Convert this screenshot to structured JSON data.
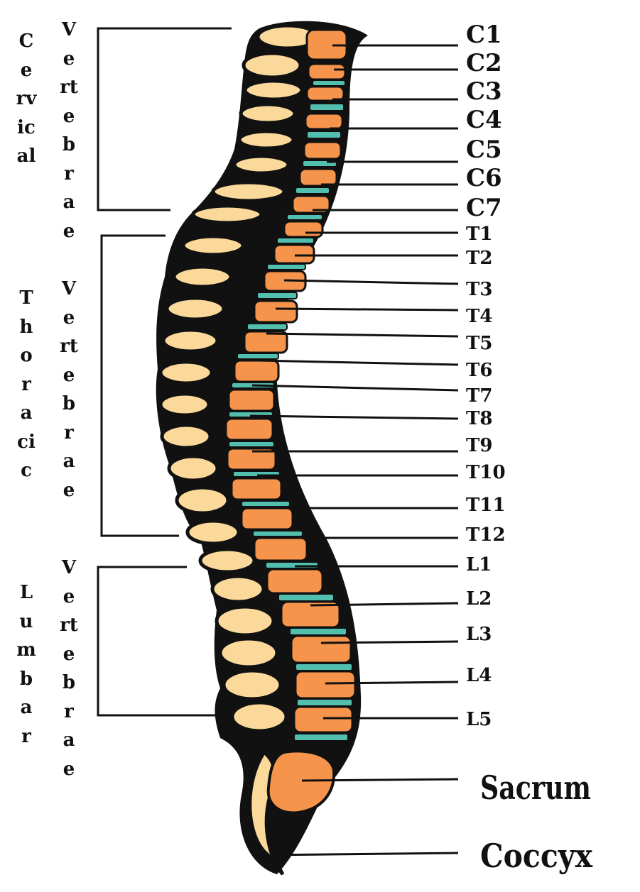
{
  "regions": {
    "cervical": "Cervical",
    "thoracic": "Thoracic",
    "lumbar": "Lumbar",
    "vertebrae_1": "Vertebrae",
    "vertebrae_2": "Vertebrae",
    "vertebrae_3": "Vertebrae"
  },
  "labels": {
    "c1": "C1",
    "c2": "C2",
    "c3": "C3",
    "c4": "C4",
    "c5": "C5",
    "c6": "C6",
    "c7": "C7",
    "t1": "T1",
    "t2": "T2",
    "t3": "T3",
    "t4": "T4",
    "t5": "T5",
    "t6": "T6",
    "t7": "T7",
    "t8": "T8",
    "t9": "T9",
    "t10": "T10",
    "t11": "T11",
    "t12": "T12",
    "l1": "L1",
    "l2": "L2",
    "l3": "L3",
    "l4": "L4",
    "l5": "L5",
    "sacrum": "Sacrum",
    "coccyx": "Coccyx"
  },
  "colors": {
    "vertebra_body": "#f5944a",
    "bone": "#fad99a",
    "disc": "#52bfae",
    "outline": "#111111"
  }
}
